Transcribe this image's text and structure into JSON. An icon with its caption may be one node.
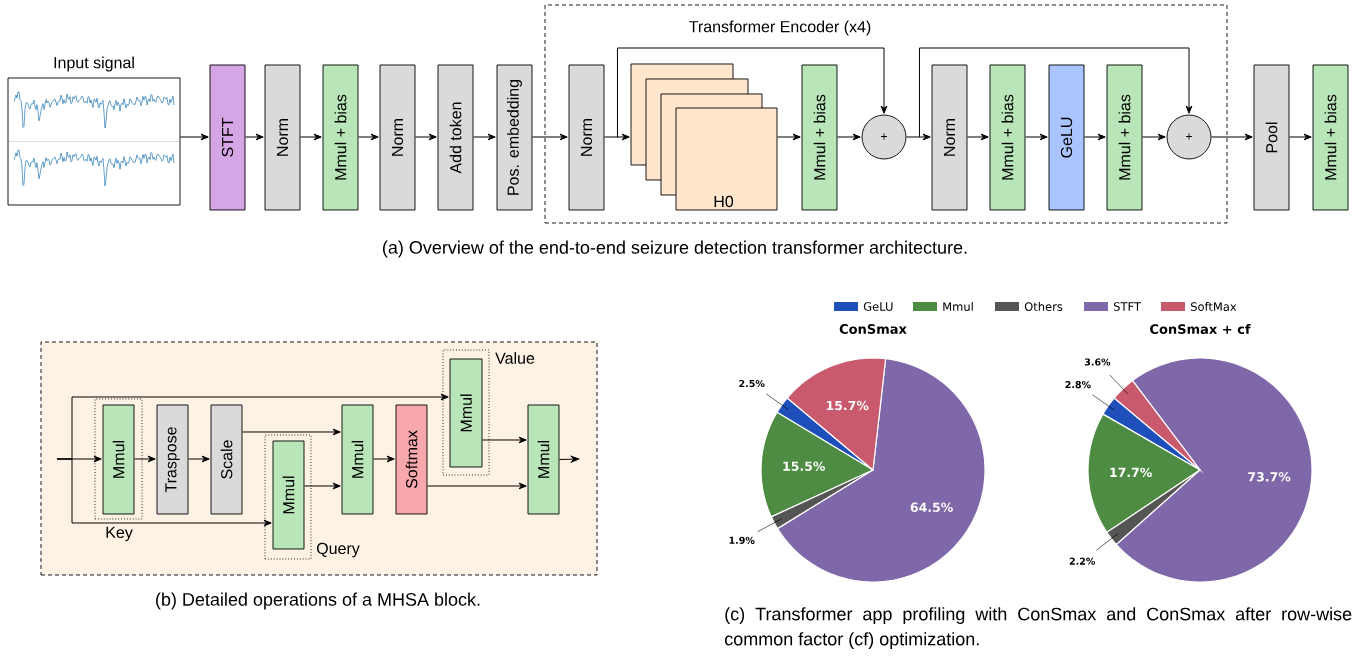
{
  "diagram": {
    "nodes": [
      {
        "text": [
          "Input signal"
        ]
      },
      {
        "text": [
          "STFT"
        ]
      },
      {
        "text": [
          "Norm"
        ]
      },
      {
        "text": [
          "Mmul + bias"
        ]
      },
      {
        "text": [
          "Norm"
        ]
      },
      {
        "text": [
          "Add token"
        ]
      },
      {
        "text": [
          "Pos. embedding"
        ]
      },
      {
        "text": [
          "Transformer Encoder (x4)"
        ]
      },
      {
        "text": [
          "Norm"
        ],
        "in": 7
      },
      {
        "text": [],
        "shape": "box",
        "in": 7
      },
      {
        "text": [],
        "shape": "box",
        "in": 7
      },
      {
        "text": [],
        "shape": "box",
        "in": 7
      },
      {
        "text": [
          "H0"
        ],
        "in": 7
      },
      {
        "text": [
          "Mmul + bias"
        ],
        "in": 7
      },
      {
        "text": [
          "+"
        ],
        "in": 7
      },
      {
        "text": [
          "Norm"
        ],
        "in": 7
      },
      {
        "text": [
          "Mmul + bias"
        ],
        "in": 7
      },
      {
        "text": [
          "GeLU"
        ],
        "in": 7
      },
      {
        "text": [
          "Mmul + bias"
        ],
        "in": 7
      },
      {
        "text": [
          "+"
        ],
        "in": 7
      },
      {
        "text": [
          "Pool"
        ]
      },
      {
        "text": [
          "Mmul + bias"
        ]
      },
      {
        "text": [],
        "shape": "box"
      },
      {
        "text": [
          "Key"
        ],
        "in": 22
      },
      {
        "text": [
          "Mmul"
        ],
        "in": 23
      },
      {
        "text": [
          "Traspose"
        ],
        "in": 22
      },
      {
        "text": [
          "Scale"
        ],
        "in": 22
      },
      {
        "text": [
          "Query"
        ],
        "in": 22
      },
      {
        "text": [
          "Mmul"
        ],
        "in": 27
      },
      {
        "text": [
          "Mmul"
        ],
        "in": 22
      },
      {
        "text": [
          "Softmax"
        ],
        "in": 22
      },
      {
        "text": [
          "Value"
        ],
        "in": 22
      },
      {
        "text": [
          "Mmul"
        ],
        "in": 31
      },
      {
        "text": [
          "Mmul"
        ],
        "in": 22
      }
    ],
    "edges": [
      {
        "from": 0,
        "to": 1,
        "arrow": "to"
      },
      {
        "from": 1,
        "to": 2,
        "arrow": "to"
      },
      {
        "from": 2,
        "to": 3,
        "arrow": "to"
      },
      {
        "from": 3,
        "to": 4,
        "arrow": "to"
      },
      {
        "from": 4,
        "to": 5,
        "arrow": "to"
      },
      {
        "from": 5,
        "to": 6,
        "arrow": "to"
      },
      {
        "from": 6,
        "to": 8,
        "arrow": "to"
      },
      {
        "from": 8,
        "to": 9,
        "arrow": "to"
      },
      {
        "from": 12,
        "to": 13,
        "arrow": "to"
      },
      {
        "from": 13,
        "to": 14,
        "arrow": "to"
      },
      {
        "from": 14,
        "to": 15,
        "arrow": "to"
      },
      {
        "from": 15,
        "to": 16,
        "arrow": "to"
      },
      {
        "from": 16,
        "to": 17,
        "arrow": "to"
      },
      {
        "from": 17,
        "to": 18,
        "arrow": "to"
      },
      {
        "from": 18,
        "to": 19,
        "arrow": "to"
      },
      {
        "from": 19,
        "to": 20,
        "arrow": "to"
      },
      {
        "from": 20,
        "to": 21,
        "arrow": "to"
      },
      {
        "from": 8,
        "to": 14,
        "arrow": "to"
      },
      {
        "from": 14,
        "to": 19,
        "arrow": "to"
      },
      {
        "from": null,
        "to": 24,
        "arrow": "to"
      },
      {
        "from": null,
        "to": 32,
        "arrow": "to"
      },
      {
        "from": null,
        "to": 28,
        "arrow": "to"
      },
      {
        "from": 24,
        "to": 25,
        "arrow": "to"
      },
      {
        "from": 25,
        "to": 26,
        "arrow": "to"
      },
      {
        "from": 26,
        "to": 29,
        "arrow": "to"
      },
      {
        "from": 28,
        "to": 29,
        "arrow": "to"
      },
      {
        "from": 29,
        "to": 30,
        "arrow": "to"
      },
      {
        "from": 30,
        "to": 33,
        "arrow": "to"
      },
      {
        "from": 32,
        "to": 33,
        "arrow": "to"
      },
      {
        "from": 33,
        "to": null,
        "arrow": "to"
      }
    ],
    "labels": [
      "(a) Overview of the end-to-end seizure detection transformer architecture.",
      "(b) Detailed operations of a MHSA block.",
      "(c) Transformer app profiling with ConSmax and ConSmax after row-wise common factor (cf) optimization."
    ],
    "chart_data": {
      "type": "pie",
      "legend": "top",
      "data_labels": true,
      "categories": [
        "GeLU",
        "Mmul",
        "Others",
        "STFT",
        "SoftMax"
      ],
      "series": [
        {
          "name": "ConSmax",
          "colors": [
            "#1f4fbb",
            "#4f8c43",
            "#555555",
            "#7f68a9",
            "#c9596d"
          ],
          "values": [
            2.5,
            15.5,
            1.9,
            64.5,
            15.7
          ],
          "value_labels": [
            "2.5%",
            "15.5%",
            "1.9%",
            "64.5%",
            "15.7%"
          ]
        },
        {
          "name": "ConSmax + cf",
          "colors": [
            "#1f4fbb",
            "#4f8c43",
            "#555555",
            "#7f68a9",
            "#c9596d"
          ],
          "values": [
            2.8,
            17.7,
            2.2,
            73.7,
            3.6
          ],
          "value_labels": [
            "2.8%",
            "17.7%",
            "2.2%",
            "73.7%",
            "3.6%"
          ]
        }
      ]
    }
  }
}
